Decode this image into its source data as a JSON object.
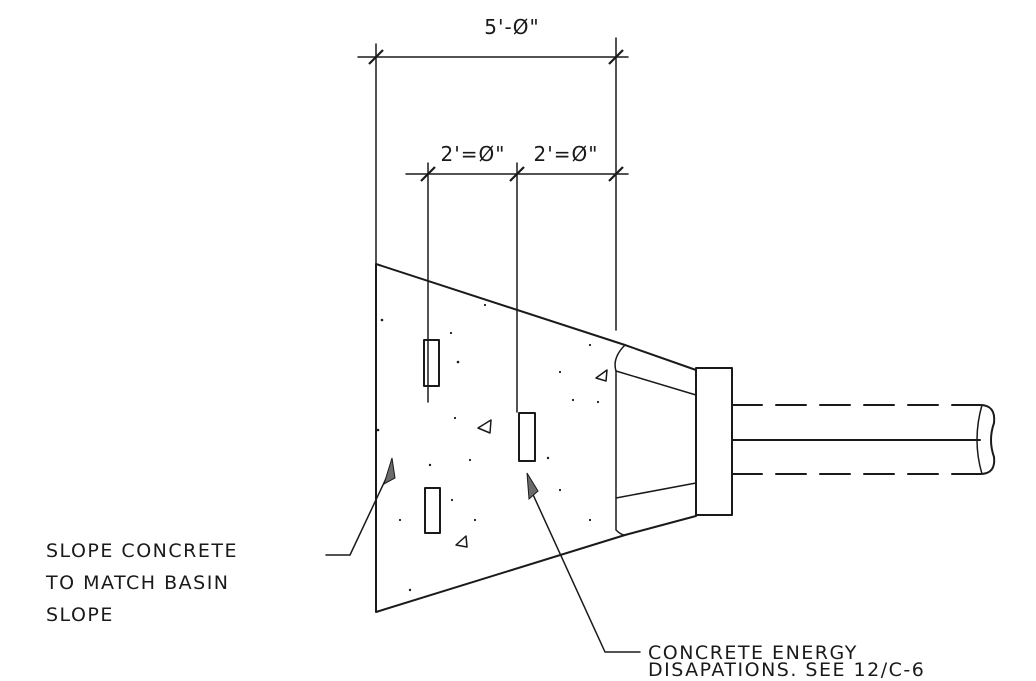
{
  "dimensions": {
    "overall": "5'-Ø\"",
    "spacing_left": "2'=Ø\"",
    "spacing_right": "2'=Ø\""
  },
  "callouts": {
    "slope": [
      "SLOPE CONCRETE",
      "TO MATCH BASIN",
      "SLOPE"
    ],
    "energy": [
      "CONCRETE ENERGY",
      "DISAPATIONS. SEE 12/C-6"
    ]
  }
}
